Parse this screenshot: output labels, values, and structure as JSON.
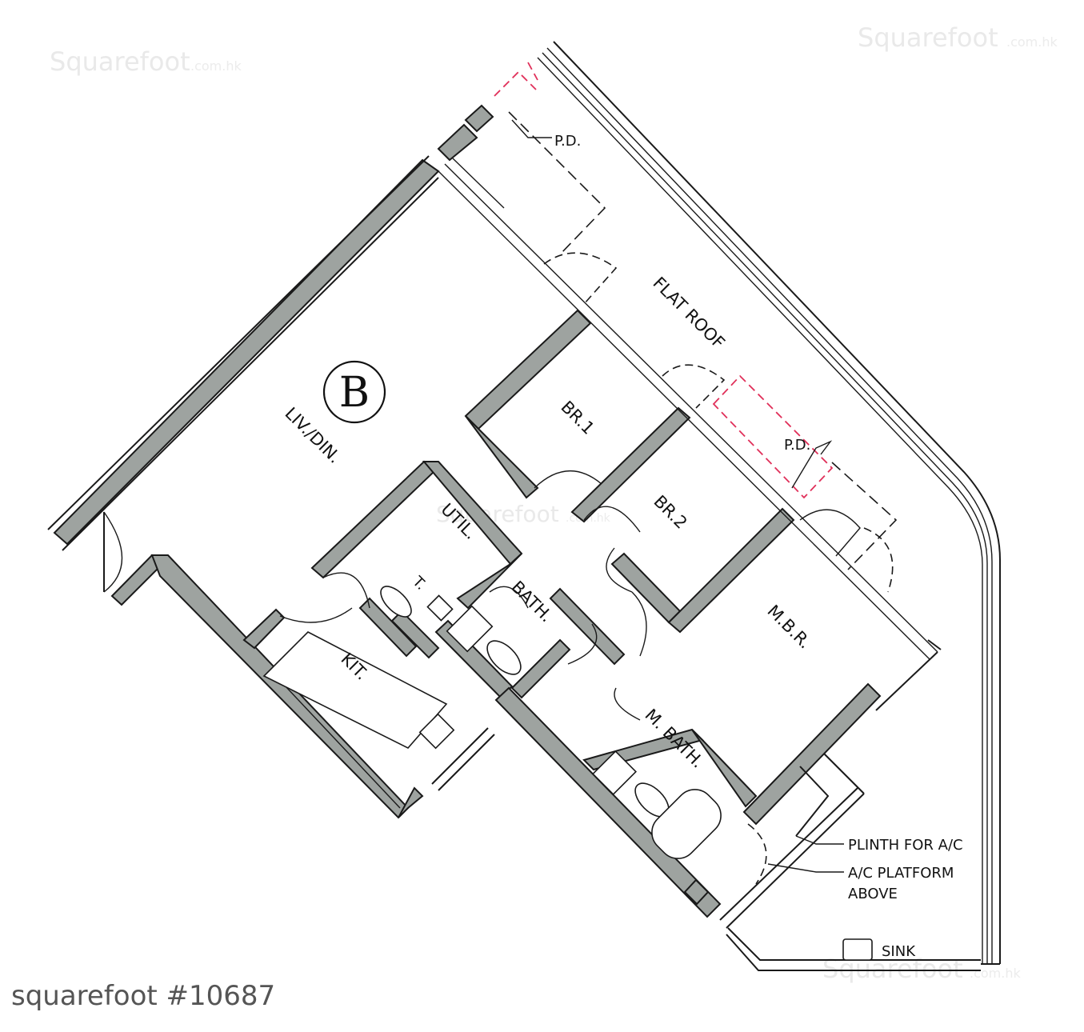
{
  "watermarks": {
    "brand": "Squarefoot",
    "suffix": ".com.hk"
  },
  "unit_label": "B",
  "rooms": {
    "liv_din": "LIV./DIN.",
    "br1": "BR.1",
    "br2": "BR.2",
    "mbr": "M.B.R.",
    "util": "UTIL.",
    "toilet": "T.",
    "bath": "BATH.",
    "kit": "KIT.",
    "m_bath": "M. BATH.",
    "flat_roof": "FLAT ROOF"
  },
  "annotations": {
    "pd_top": "P.D.",
    "pd_mid": "P.D.",
    "plinth": "PLINTH FOR A/C",
    "ac_platform_line1": "A/C PLATFORM",
    "ac_platform_line2": "ABOVE",
    "sink": "SINK"
  },
  "footer": "squarefoot #10687",
  "colors": {
    "wall_fill": "#9ea3a0",
    "line": "#1a1a1a",
    "pd_marker": "#e0305a"
  }
}
